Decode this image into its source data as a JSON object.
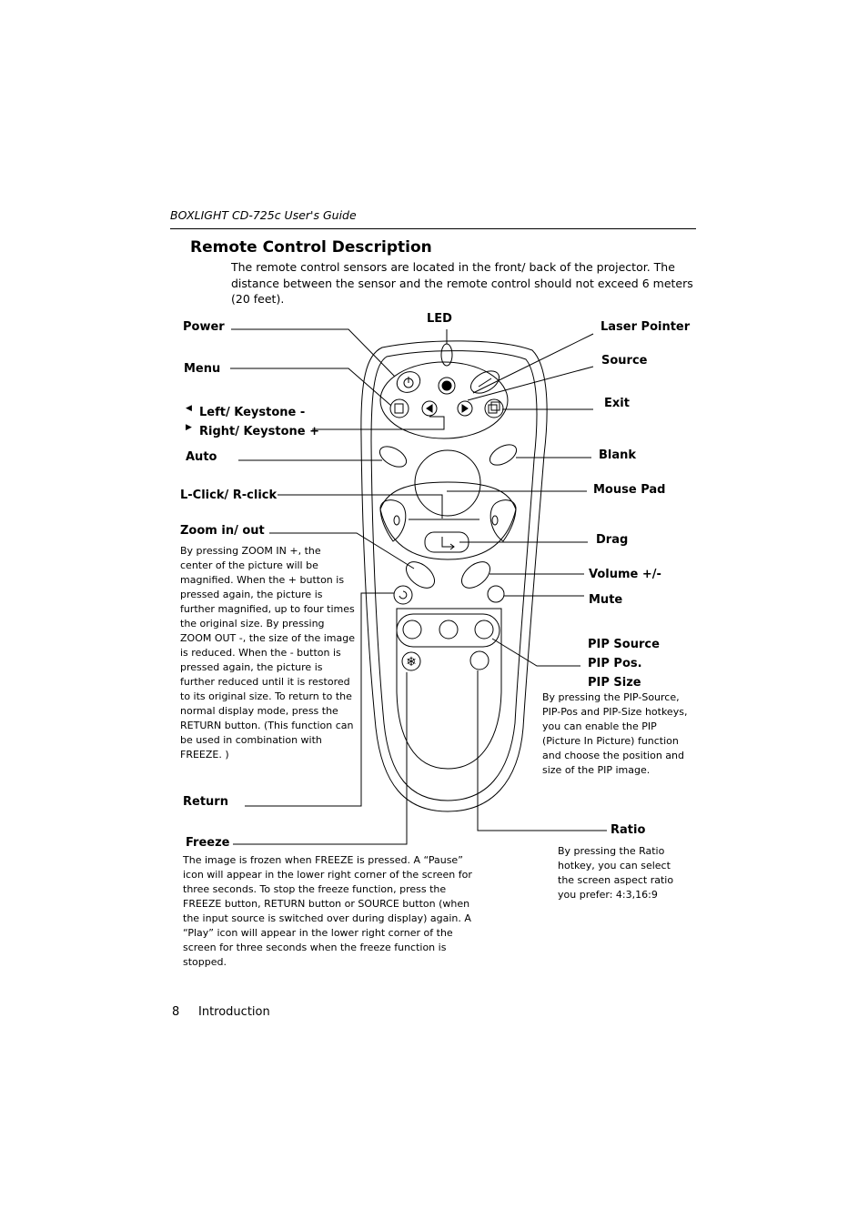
{
  "header": {
    "doc_title": "BOXLIGHT CD-725c User's Guide"
  },
  "section": {
    "title": "Remote Control Description",
    "intro": "The remote control sensors are located in the front/ back of the projector. The distance between the sensor and the remote control should not exceed 6 meters (20 feet)."
  },
  "labels": {
    "power": "Power",
    "led": "LED",
    "laser": "Laser Pointer",
    "source": "Source",
    "menu": "Menu",
    "exit": "Exit",
    "left": "Left/ Keystone -",
    "right": "Right/ Keystone +",
    "auto": "Auto",
    "blank": "Blank",
    "lclick": "L-Click/ R-click",
    "mousepad": "Mouse Pad",
    "zoom": "Zoom in/ out",
    "drag": "Drag",
    "volume": "Volume +/-",
    "mute": "Mute",
    "pipsource": "PIP Source",
    "pippos": "PIP Pos.",
    "pipsize": "PIP Size",
    "return": "Return",
    "freeze": "Freeze",
    "ratio": "Ratio"
  },
  "descriptions": {
    "zoom": "By pressing ZOOM IN +, the center of the picture will be magnified. When the + button is pressed again, the picture is further magnified, up to four times the original size. By pressing ZOOM OUT -, the size of the image is reduced. When the - button is pressed again, the picture is further reduced until it is restored to its original size. To return to the normal display mode, press the RETURN button. (This function can be used in combination with FREEZE. )",
    "pip": "By pressing the PIP-Source, PIP-Pos and PIP-Size hotkeys, you can enable the PIP (Picture In Picture) function and choose the position and size of the PIP image.",
    "freeze": "The image is frozen when FREEZE is pressed. A “Pause” icon will appear in the lower right corner of the screen for three seconds.  To stop the freeze function, press the FREEZE button, RETURN button or SOURCE button (when the input source is switched over during display) again. A “Play” icon will appear in the lower right corner of the screen for three seconds when the freeze function is stopped.",
    "ratio": "By pressing the Ratio hotkey, you can select the screen aspect ratio you prefer: 4:3,16:9"
  },
  "footer": {
    "page_number": "8",
    "section": "Introduction"
  }
}
